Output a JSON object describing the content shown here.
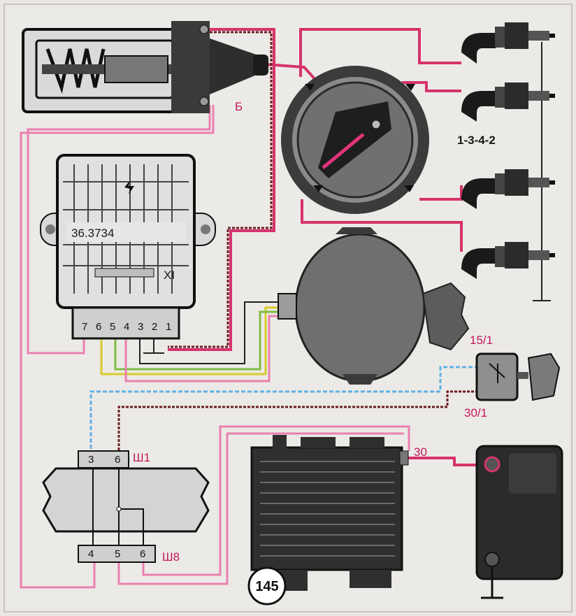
{
  "module": {
    "part_number": "36.3734",
    "connector_label": "XI",
    "pins": [
      "7",
      "6",
      "5",
      "4",
      "3",
      "2",
      "1"
    ]
  },
  "coil": {
    "terminal_label": "Б"
  },
  "firing_order": "1-3-4-2",
  "switch": {
    "label_top": "15/1",
    "label_bottom": "30/1"
  },
  "relay": {
    "top_connector": "Ш1",
    "top_pins": [
      "3",
      "6"
    ],
    "bottom_connector": "Ш8",
    "bottom_pins": [
      "4",
      "5",
      "6"
    ]
  },
  "generator": {
    "terminal_label": "30"
  },
  "figure_number": "145",
  "colors": {
    "red": "#d6336c",
    "pink": "#ea80b0",
    "blue": "#5fb2e8",
    "dark": "#6b1d22",
    "yellow": "#d8cc2a",
    "green": "#7fbd44"
  }
}
